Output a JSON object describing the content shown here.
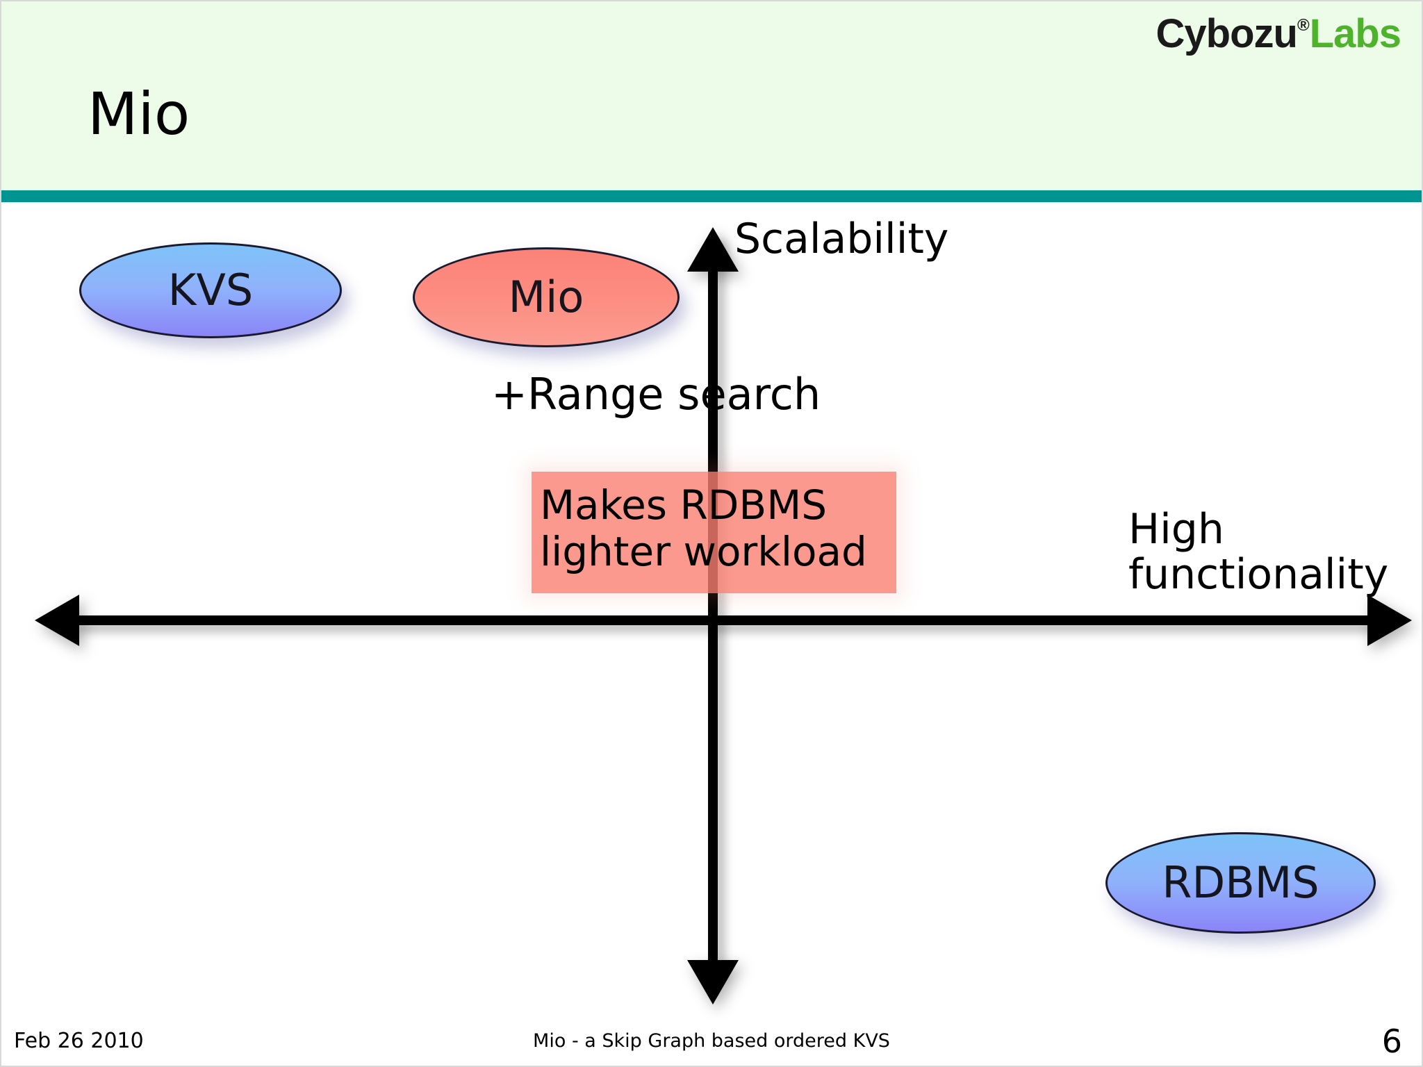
{
  "slide": {
    "title": "Mio",
    "page_number": "6",
    "accent_band_color": "#edfbe9",
    "accent_rule_color": "#009490"
  },
  "brand": {
    "name": "Cybozu",
    "registered_mark": "®",
    "suffix": "Labs",
    "name_color": "#1a1a1a",
    "suffix_color": "#4cb32b"
  },
  "chart_data": {
    "type": "scatter",
    "title": "Mio",
    "xlabel": "High functionality",
    "ylabel": "Scalability",
    "grid": false,
    "legend": "none",
    "axes": {
      "horizontal": {
        "label": "High\nfunctionality",
        "arrows": "both",
        "label_position": "right"
      },
      "vertical": {
        "label": "Scalability",
        "arrows": "both",
        "label_position": "top"
      }
    },
    "points": [
      {
        "name": "KVS",
        "quadrant": "upper-left",
        "x": -0.8,
        "y": 0.72,
        "color": "#8fb2fb",
        "shape": "ellipse"
      },
      {
        "name": "Mio",
        "quadrant": "upper-left",
        "x": -0.3,
        "y": 0.7,
        "color": "#fd8d80",
        "shape": "ellipse"
      },
      {
        "name": "RDBMS",
        "quadrant": "lower-right",
        "x": 0.72,
        "y": -0.62,
        "color": "#8fb2fb",
        "shape": "ellipse"
      }
    ],
    "annotations": [
      {
        "name": "range-search",
        "text": "+Range search"
      },
      {
        "name": "callout",
        "text": "Makes RDBMS\nlighter workload",
        "background": "#fa8072"
      }
    ]
  },
  "diagram": {
    "nodes": [
      {
        "label": "KVS"
      },
      {
        "label": "Mio"
      },
      {
        "label": "RDBMS"
      }
    ],
    "axis_labels": {
      "vertical": "Scalability",
      "horizontal": "High\nfunctionality"
    },
    "range_search_note": "+Range search",
    "callout": "Makes RDBMS\nlighter workload"
  },
  "footer": {
    "date": "Feb 26 2010",
    "center_title": "Mio - a Skip Graph based ordered KVS",
    "page": "6"
  }
}
